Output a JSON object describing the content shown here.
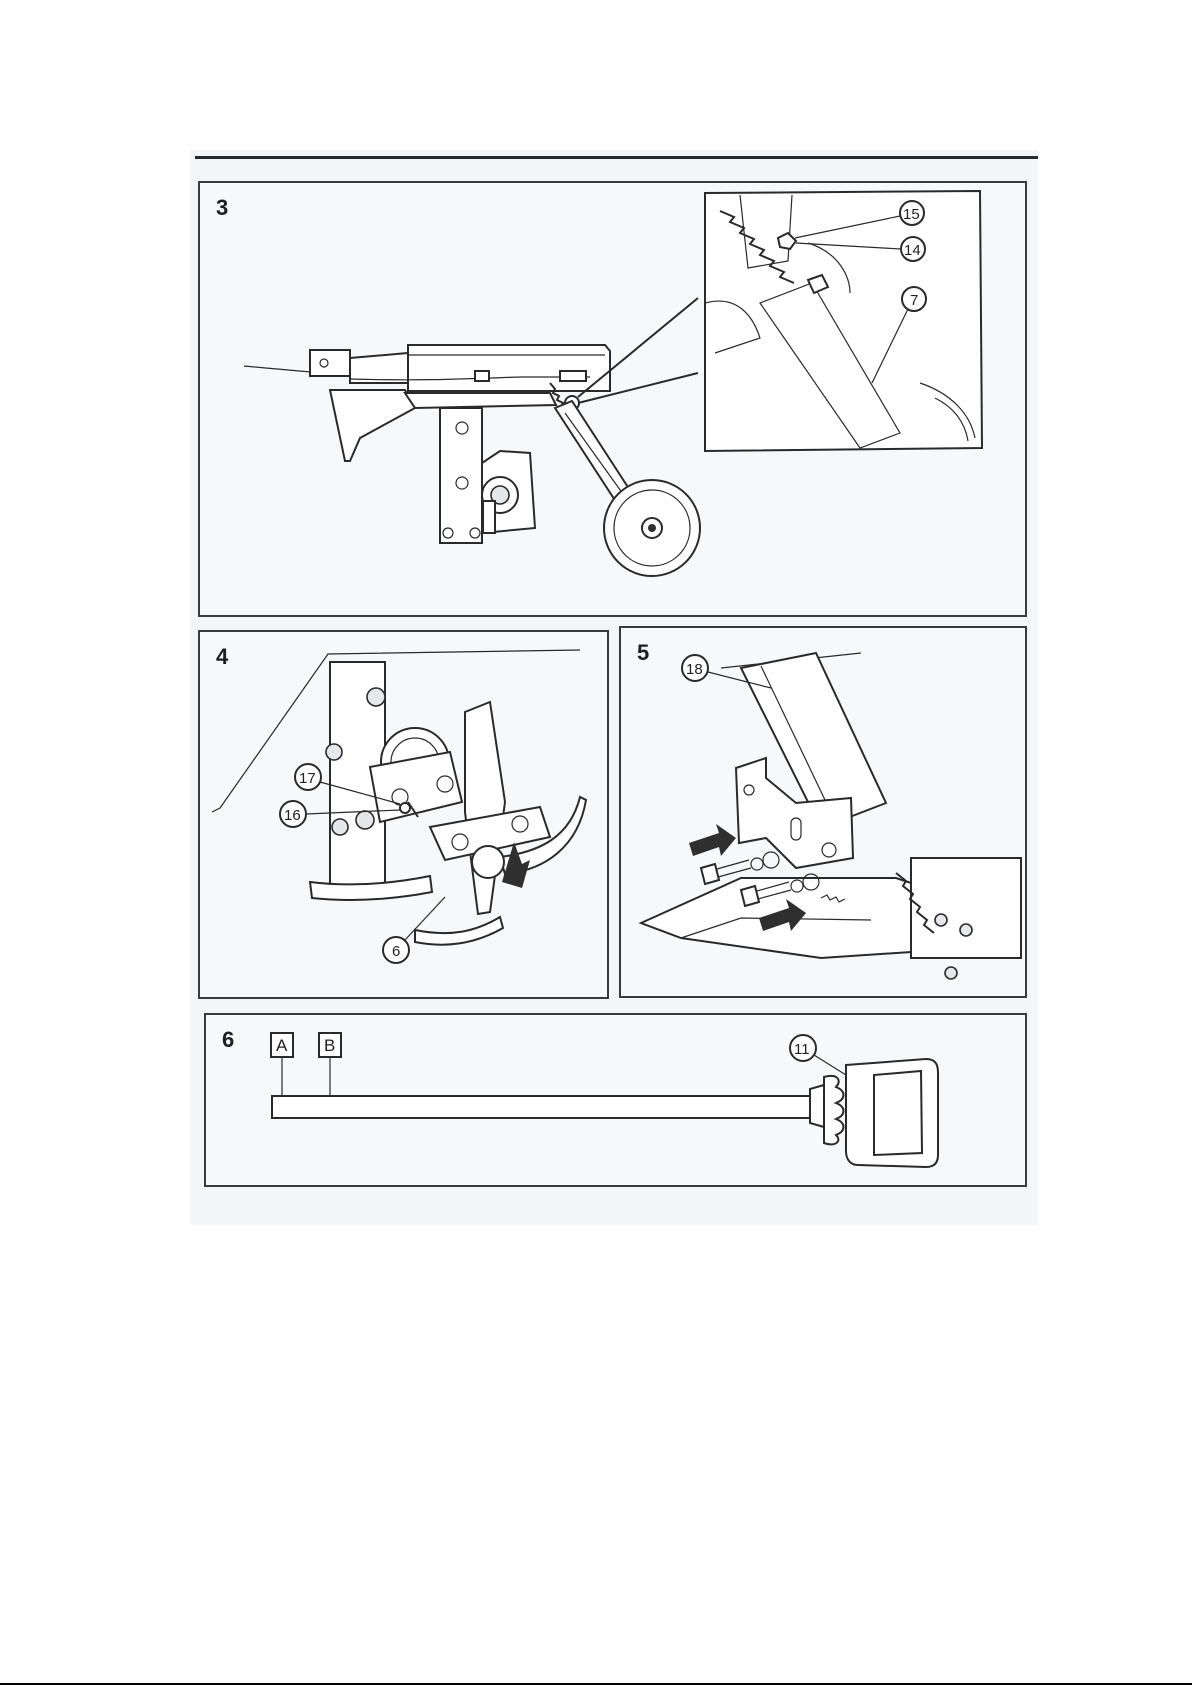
{
  "panels": {
    "p3": {
      "number": "3",
      "callouts": [
        "15",
        "14",
        "7"
      ]
    },
    "p4": {
      "number": "4",
      "callouts": [
        "17",
        "16",
        "6"
      ]
    },
    "p5": {
      "number": "5",
      "callouts": [
        "18"
      ]
    },
    "p6": {
      "number": "6",
      "callouts": [
        "11"
      ],
      "marks": [
        "A",
        "B"
      ]
    }
  },
  "colors": {
    "ink": "#2a2a2a",
    "paper": "#f7f8fa"
  }
}
